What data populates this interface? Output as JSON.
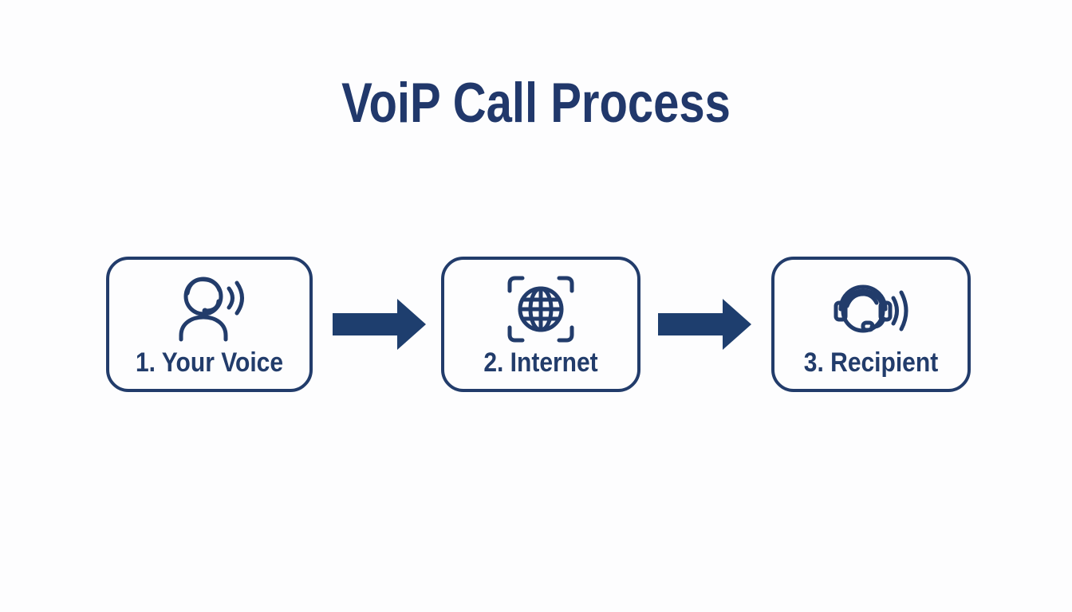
{
  "title": "VoiP Call Process",
  "steps": [
    {
      "label": "1. Your Voice",
      "icon": "person-speaking-icon"
    },
    {
      "label": "2. Internet",
      "icon": "globe-network-icon"
    },
    {
      "label": "3. Recipient",
      "icon": "headset-recipient-icon"
    }
  ],
  "colors": {
    "navy": "#223c6b",
    "title": "#21386b",
    "arrow": "#1e3e6e",
    "background": "#fdfdfe"
  }
}
